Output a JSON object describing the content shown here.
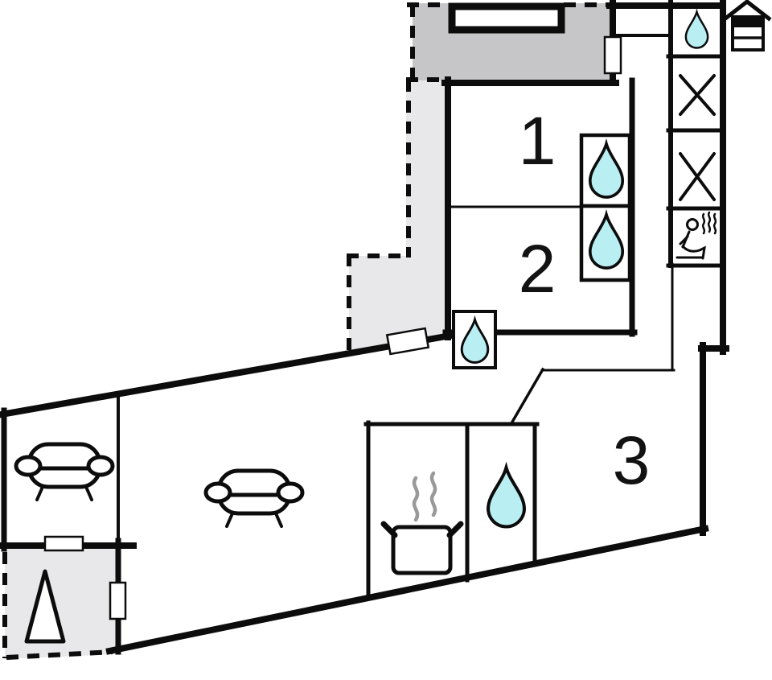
{
  "rooms": [
    {
      "id": "bedroom-1",
      "label": "1"
    },
    {
      "id": "bedroom-2",
      "label": "2"
    },
    {
      "id": "room-3",
      "label": "3"
    }
  ],
  "icons": {
    "water_drop": "water-drop-icon",
    "closet": "closet-x-icon",
    "sauna": "sauna-icon",
    "stove": "stove-pot-icon",
    "sofa": "sofa-icon",
    "tree": "tree-icon",
    "house_level": "house-level-icon",
    "door": "door-marker",
    "window": "window-marker"
  },
  "counts": {
    "water_drops": 5,
    "closets": 2,
    "sofas": 2
  },
  "colors": {
    "wall": "#0c0c0c",
    "water": "#b9eef3",
    "terrace-dark": "#c6c6c8",
    "terrace-light": "#e8e8ea",
    "steam": "#999999",
    "bg": "#ffffff"
  }
}
